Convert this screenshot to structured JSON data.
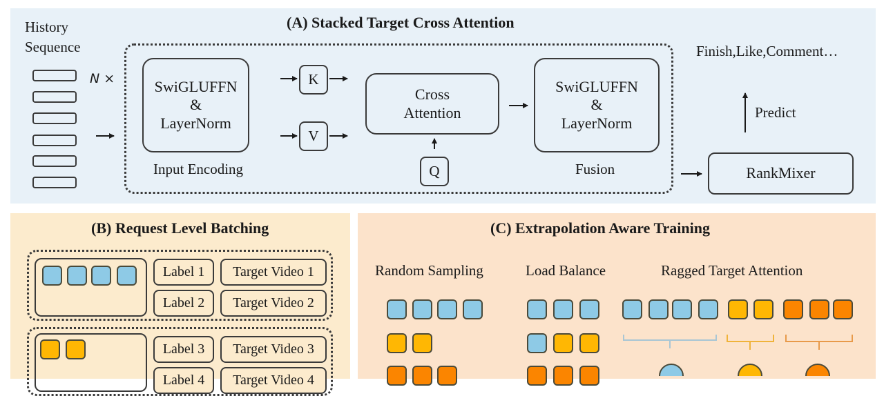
{
  "panel_a": {
    "title": "(A) Stacked Target Cross Attention",
    "history_label_line1": "History",
    "history_label_line2": "Sequence",
    "repeat_label": "N ×",
    "input_block": {
      "line1": "SwiGLUFFN",
      "line2": "&",
      "line3": "LayerNorm",
      "caption": "Input Encoding"
    },
    "k_label": "K",
    "v_label": "V",
    "q_label": "Q",
    "cross_attention": {
      "line1": "Cross",
      "line2": "Attention"
    },
    "fusion_block": {
      "line1": "SwiGLUFFN",
      "line2": "&",
      "line3": "LayerNorm",
      "caption": "Fusion"
    },
    "outputs_label": "Finish,Like,Comment…",
    "predict_label": "Predict",
    "rankmixer_label": "RankMixer"
  },
  "panel_b": {
    "title": "(B) Request Level Batching",
    "groups": [
      {
        "token_color": "blue",
        "token_count": 4,
        "rows": [
          {
            "label": "Label 1",
            "target": "Target Video 1"
          },
          {
            "label": "Label 2",
            "target": "Target Video 2"
          }
        ]
      },
      {
        "token_color": "yellow",
        "token_count": 2,
        "rows": [
          {
            "label": "Label 3",
            "target": "Target Video 3"
          },
          {
            "label": "Label 4",
            "target": "Target Video 4"
          }
        ]
      }
    ]
  },
  "panel_c": {
    "title": "(C) Extrapolation Aware Training",
    "random_sampling_label": "Random Sampling",
    "load_balance_label": "Load Balance",
    "ragged_label": "Ragged Target Attention",
    "random_sampling_rows": [
      [
        "blue",
        "blue",
        "blue",
        "blue"
      ],
      [
        "yellow",
        "yellow"
      ],
      [
        "orange",
        "orange",
        "orange"
      ]
    ],
    "load_balance_rows": [
      [
        "blue",
        "blue",
        "blue"
      ],
      [
        "blue",
        "yellow",
        "yellow"
      ],
      [
        "orange",
        "orange",
        "orange"
      ]
    ],
    "ragged_row": [
      "blue",
      "blue",
      "blue",
      "blue",
      "yellow",
      "yellow",
      "orange",
      "orange",
      "orange"
    ]
  },
  "colors": {
    "blue": "#8ecae6",
    "yellow": "#ffb703",
    "orange": "#fb8500",
    "panel_a_bg": "#e8f1f8",
    "panel_b_bg": "#fcebcd",
    "panel_c_bg": "#fce3cb"
  }
}
